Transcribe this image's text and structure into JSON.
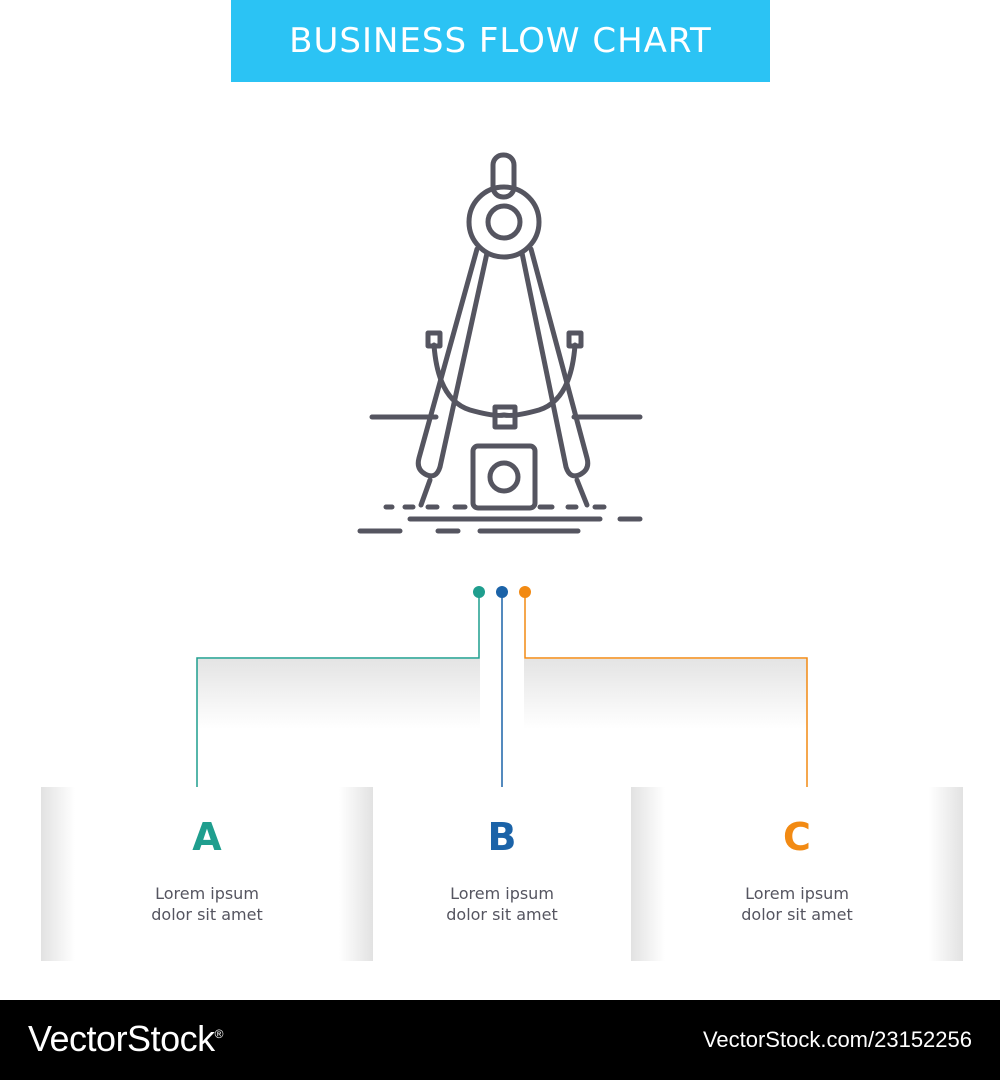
{
  "header": {
    "title": "BUSINESS FLOW CHART"
  },
  "illustration": {
    "icon": "compass-icon"
  },
  "nodes": [
    {
      "letter": "A",
      "line1": "Lorem ipsum",
      "line2": "dolor sit amet",
      "color": "#1f9e8e"
    },
    {
      "letter": "B",
      "line1": "Lorem ipsum",
      "line2": "dolor sit amet",
      "color": "#1b63a8"
    },
    {
      "letter": "C",
      "line1": "Lorem ipsum",
      "line2": "dolor sit amet",
      "color": "#f28a13"
    }
  ],
  "colors": {
    "header_bg": "#2bc3f4",
    "icon_stroke": "#555560"
  },
  "footer": {
    "brand": "VectorStock",
    "trademark": "®",
    "url": "VectorStock.com/23152256"
  }
}
